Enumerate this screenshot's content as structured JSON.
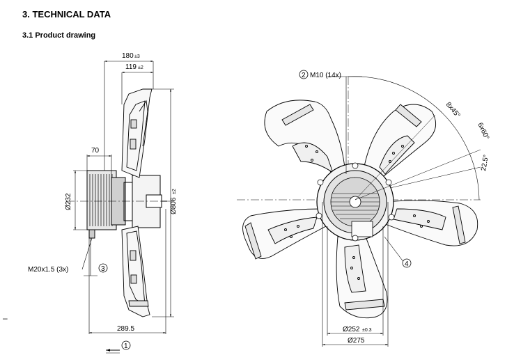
{
  "document": {
    "section_title": "3. TECHNICAL DATA",
    "subsection_title": "3.1 Product drawing",
    "margin_mark": "–"
  },
  "side_view": {
    "dim_180": "180",
    "dim_180_tol": "±3",
    "dim_119": "119",
    "dim_119_tol": "±2",
    "dim_70": "70",
    "dim_232": "Ø232",
    "dim_806": "Ø806",
    "dim_806_tol": "±2",
    "dim_289": "289.5",
    "thread": "M20x1.5 (3x)",
    "callout_1": "1",
    "callout_3": "3"
  },
  "front_view": {
    "callout_2": "2",
    "mount_label": "M10 (14x)",
    "angle_45": "8x45°",
    "angle_60": "6x60°",
    "angle_225": "22.5°",
    "callout_4": "4",
    "dim_252": "Ø252",
    "dim_252_tol": "±0.3",
    "dim_275": "Ø275"
  }
}
